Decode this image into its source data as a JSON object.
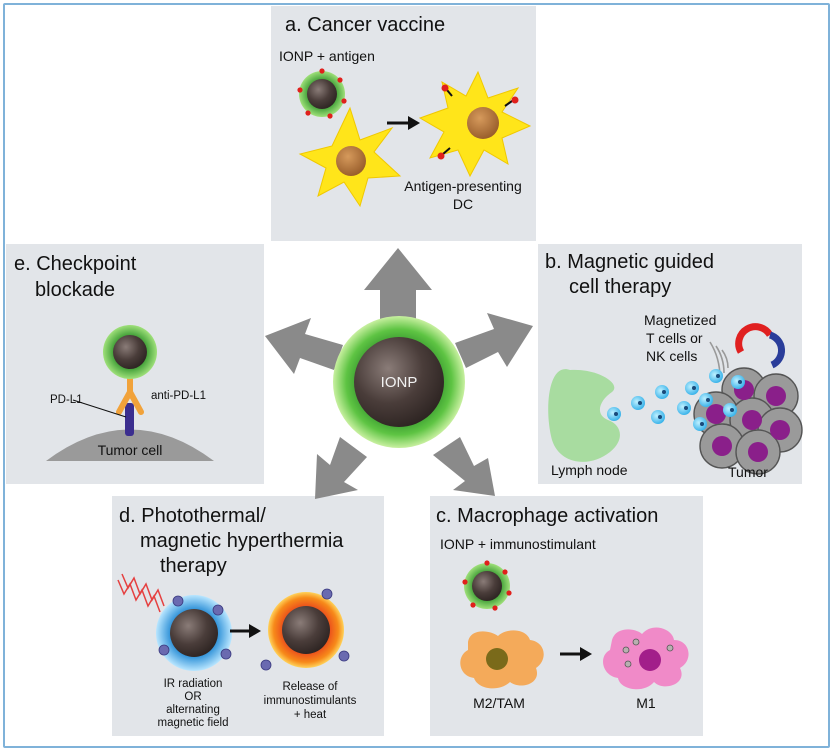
{
  "center": {
    "label": "IONP"
  },
  "panels": {
    "a": {
      "title": "a. Cancer vaccine",
      "subtitle": "IONP + antigen",
      "caption_lines": [
        "Antigen-presenting",
        "DC"
      ]
    },
    "b": {
      "title_lines": [
        "b. Magnetic guided",
        "cell therapy"
      ],
      "cells_label_lines": [
        "Magnetized",
        "T cells or",
        "NK cells"
      ],
      "lymph_node": "Lymph node",
      "tumor": "Tumor"
    },
    "c": {
      "title": "c. Macrophage activation",
      "subtitle": "IONP + immunostimulant",
      "m2_label": "M2/TAM",
      "m1_label": "M1"
    },
    "d": {
      "title_lines": [
        "d. Photothermal/",
        "magnetic hyperthermia",
        "therapy"
      ],
      "left_caption_lines": [
        "IR radiation",
        "OR",
        "alternating",
        "magnetic field"
      ],
      "right_caption_lines": [
        "Release of",
        "immunostimulants",
        "+ heat"
      ]
    },
    "e": {
      "title_lines": [
        "e. Checkpoint",
        "blockade"
      ],
      "pdl1": "PD-L1",
      "anti_pdl1": "anti-PD-L1",
      "tumor_cell": "Tumor cell"
    }
  },
  "colors": {
    "panel_bg": "#e2e5e9",
    "arrow_gray": "#8a8a8a",
    "ionp_core": "#4a3d3a",
    "ionp_shell_green": "#5ec443",
    "dc_yellow": "#ffe51a",
    "dc_nucleus": "#b8783e",
    "lymph_green": "#a8dca0",
    "tcell_blue": "#4cc0ee",
    "tumor_gray": "#9a9a9a",
    "tumor_nucleus": "#8a1f8a",
    "m2_orange": "#f4aa5a",
    "m1_pink": "#f08ac8",
    "hot_red": "#e8401c",
    "hot_orange": "#f7a01a",
    "ir_red": "#e54040",
    "antibody_orange": "#f1a23a",
    "pdl1_purple": "#3b2e8f"
  },
  "icons": [
    "magnet-icon",
    "ir-wave-icon",
    "arrow-right-icon"
  ]
}
